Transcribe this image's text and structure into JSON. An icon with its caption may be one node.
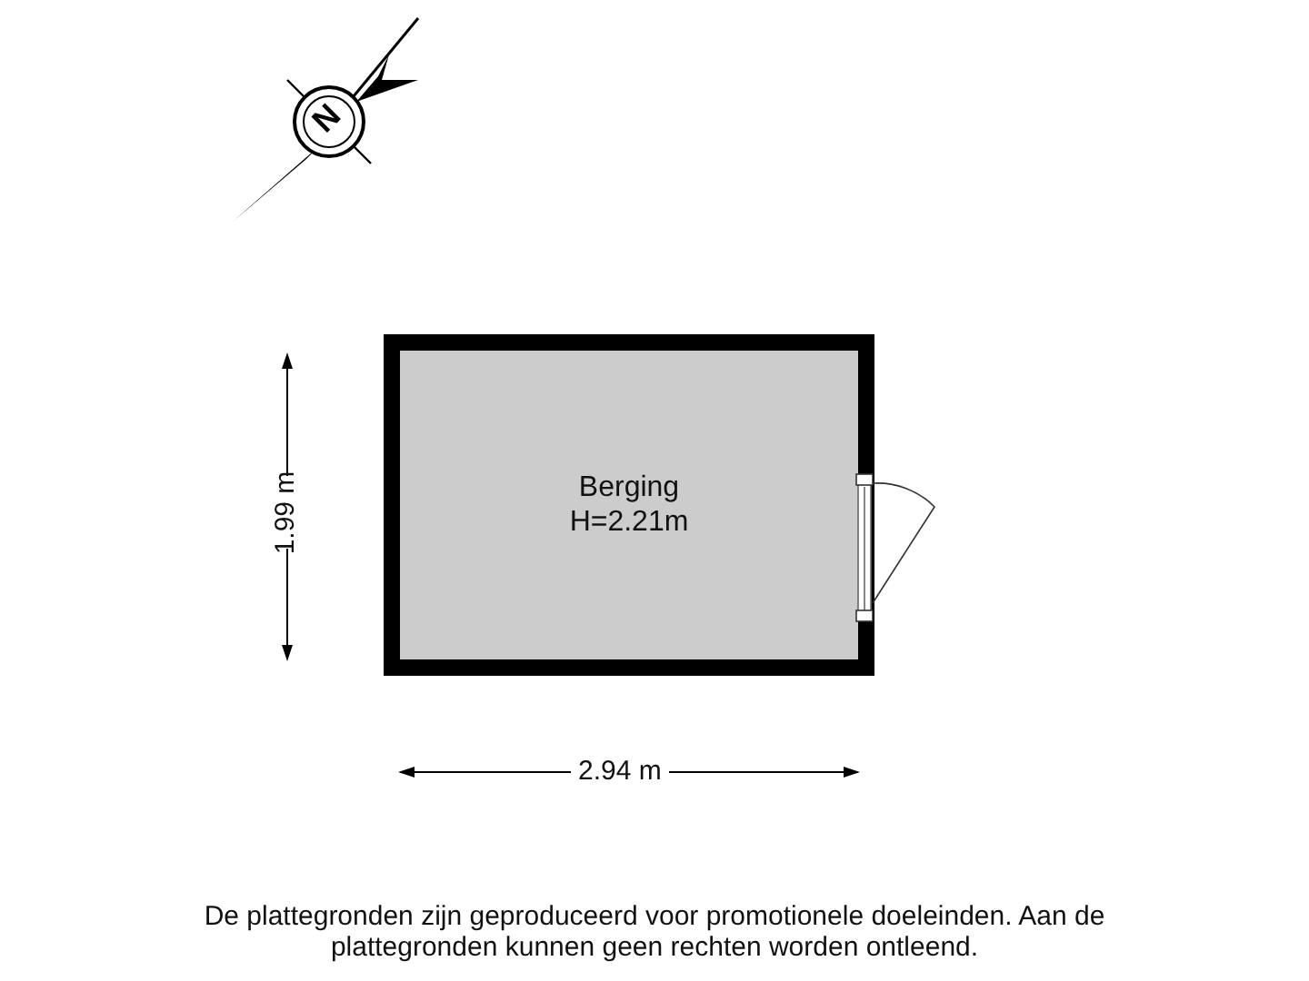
{
  "diagram": {
    "caption": "De plattegronden zijn geproduceerd voor promotionele doeleinden. Aan de plattegronden kunnen geen rechten worden ontleend.",
    "nodes": [
      {
        "text": [
          "Berging",
          "H=2.21m"
        ]
      }
    ],
    "edges": [],
    "labels": [
      "N",
      "1.99 m",
      "2.94 m"
    ]
  }
}
